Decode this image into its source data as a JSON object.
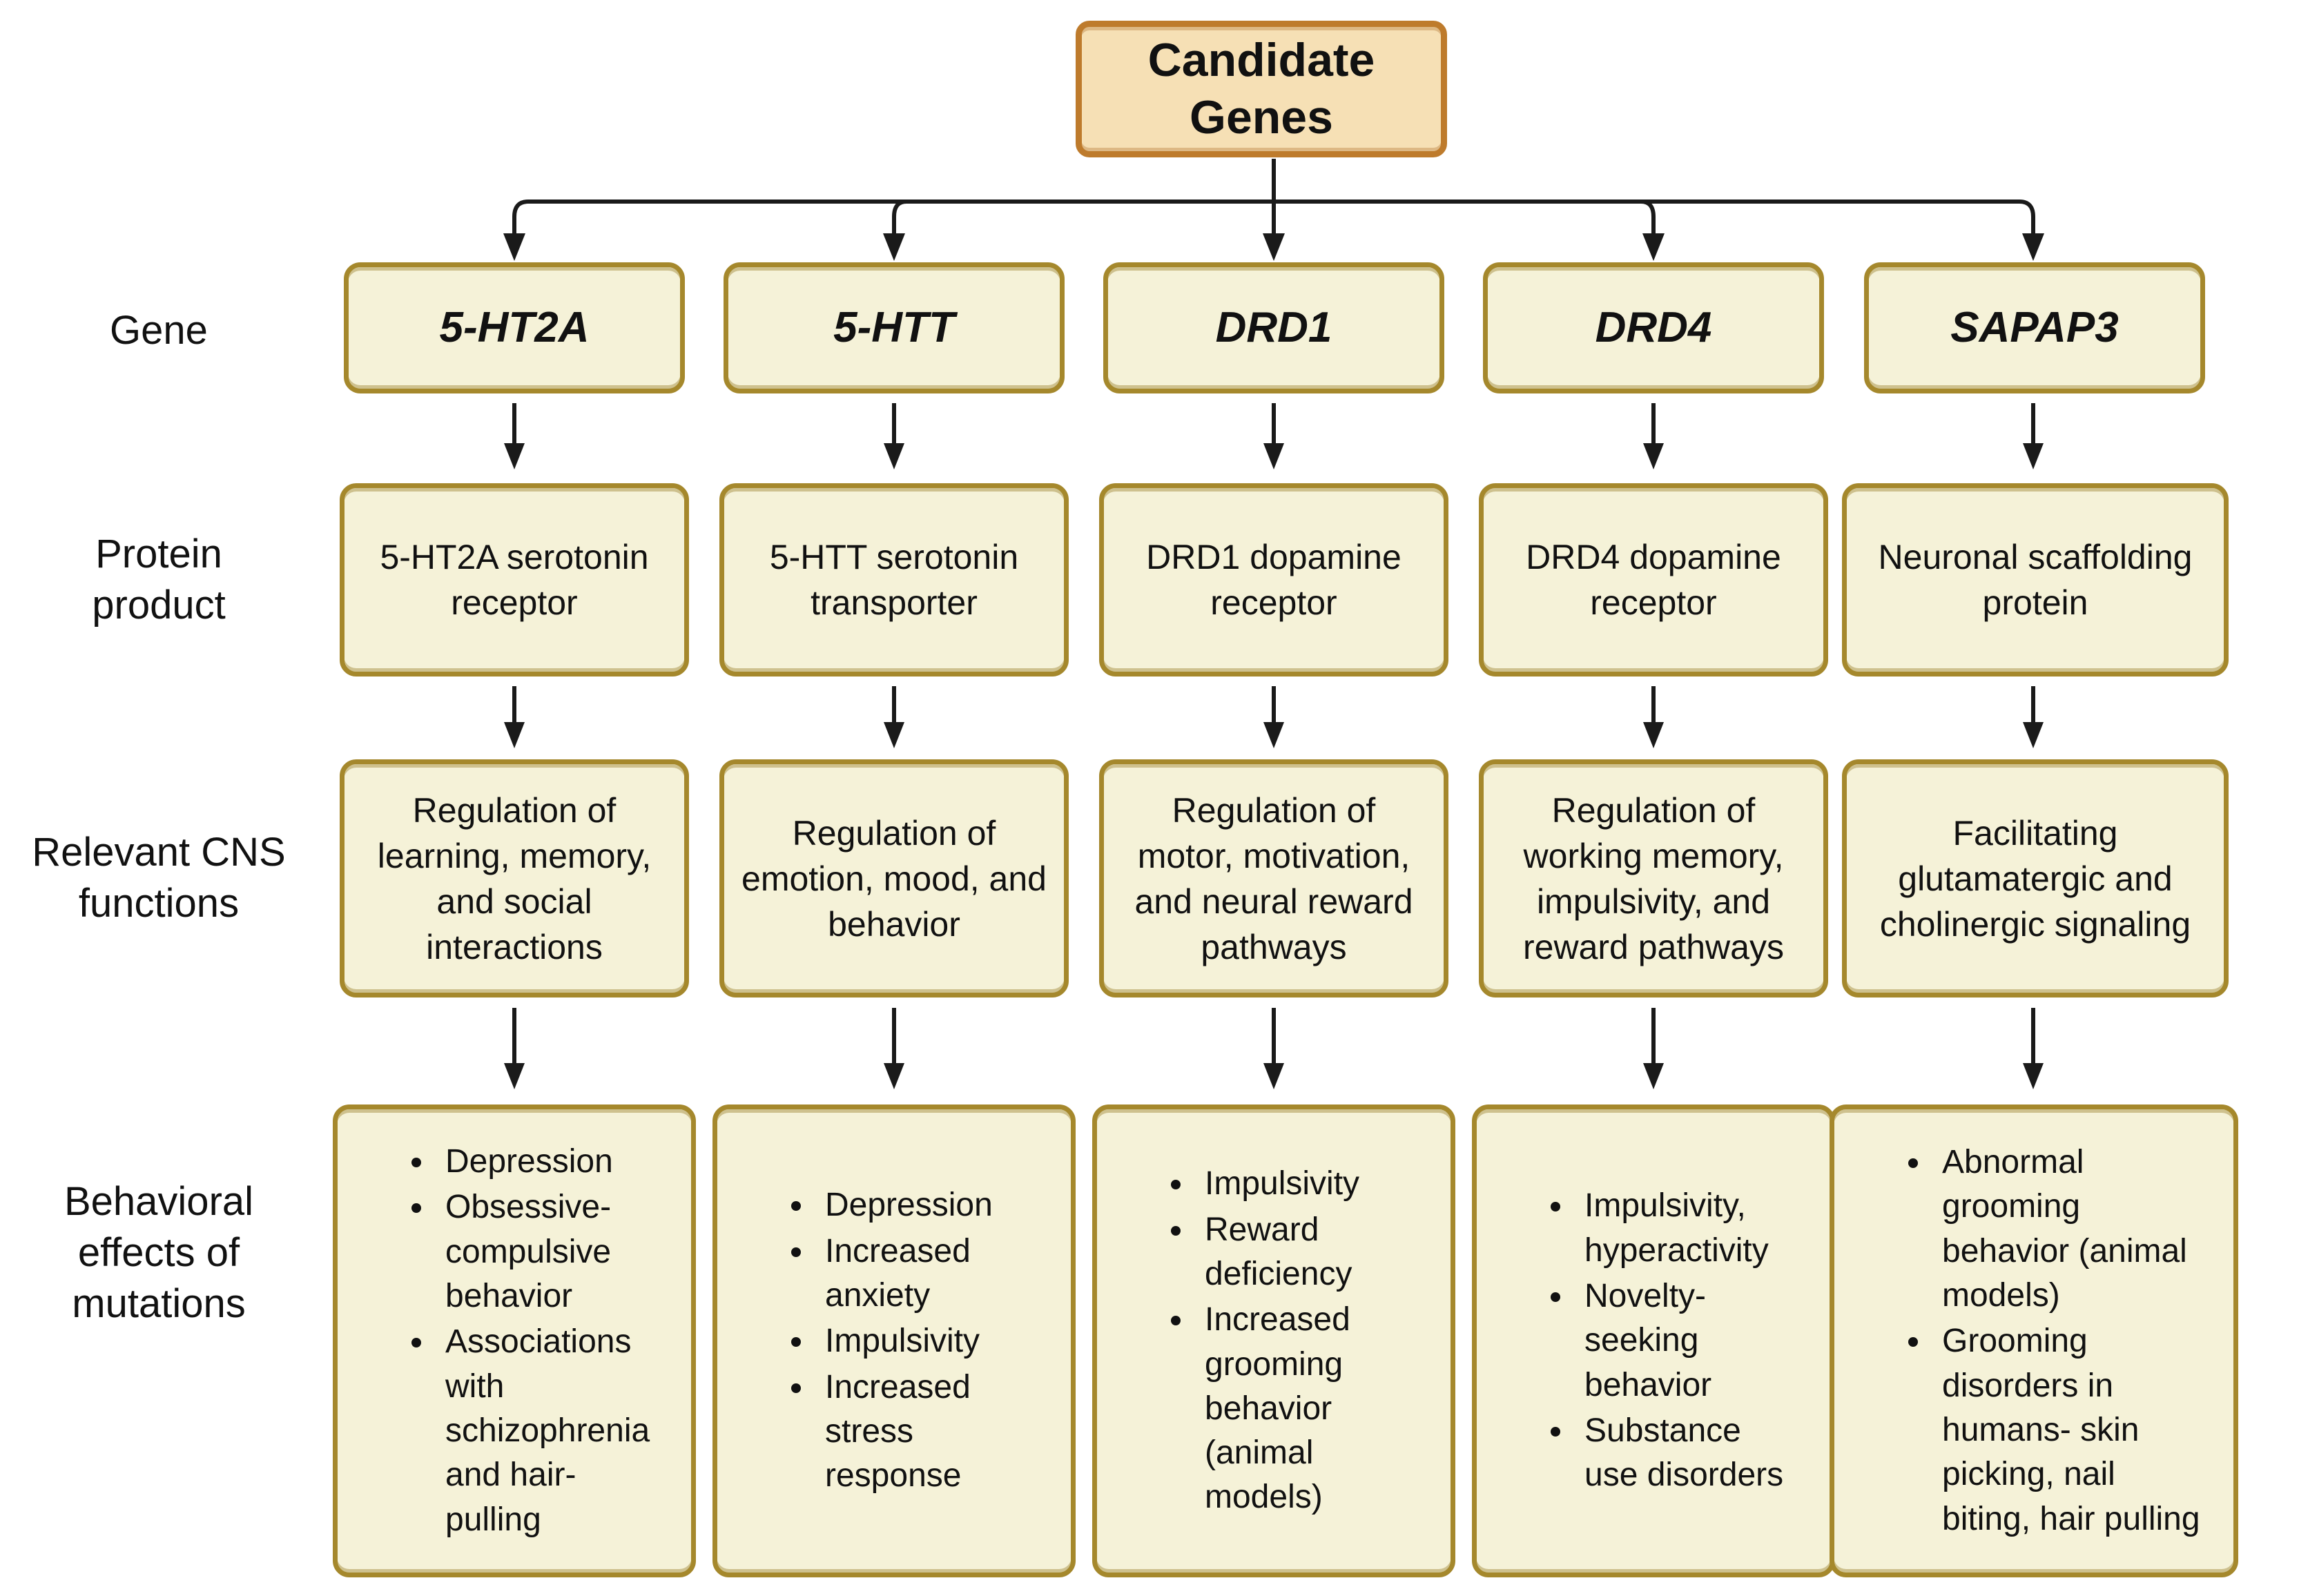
{
  "diagram": {
    "title": "Candidate Genes",
    "row_labels": {
      "gene": "Gene",
      "protein": "Protein product",
      "cns": "Relevant CNS functions",
      "behavior": "Behavioral effects of mutations"
    },
    "columns": [
      {
        "gene": "5-HT2A",
        "protein": "5-HT2A serotonin receptor",
        "cns": "Regulation of learning, memory, and social interactions",
        "behaviors": [
          "Depression",
          "Obsessive-compulsive behavior",
          "Associations with schizophrenia and hair-pulling"
        ]
      },
      {
        "gene": "5-HTT",
        "protein": "5-HTT serotonin transporter",
        "cns": "Regulation of emotion, mood, and behavior",
        "behaviors": [
          "Depression",
          "Increased anxiety",
          "Impulsivity",
          "Increased stress response"
        ]
      },
      {
        "gene": "DRD1",
        "protein": "DRD1 dopamine receptor",
        "cns": "Regulation of motor, motivation, and neural reward pathways",
        "behaviors": [
          "Impulsivity",
          "Reward deficiency",
          "Increased grooming behavior (animal models)"
        ]
      },
      {
        "gene": "DRD4",
        "protein": "DRD4 dopamine receptor",
        "cns": "Regulation of working memory, impulsivity, and reward pathways",
        "behaviors": [
          "Impulsivity, hyperactivity",
          "Novelty-seeking behavior",
          "Substance use disorders"
        ]
      },
      {
        "gene": "SAPAP3",
        "protein": "Neuronal scaffolding protein",
        "cns": "Facilitating glutamatergic and cholinergic signaling",
        "behaviors": [
          "Abnormal grooming behavior (animal models)",
          "Grooming disorders in humans- skin picking, nail biting, hair pulling"
        ]
      }
    ],
    "colors": {
      "header_fill": "#F6E0B5",
      "header_border": "#BE7B2C",
      "box_fill": "#F5F2D8",
      "box_border": "#A5882C",
      "arrow": "#1A1A1A",
      "text": "#111111"
    }
  }
}
